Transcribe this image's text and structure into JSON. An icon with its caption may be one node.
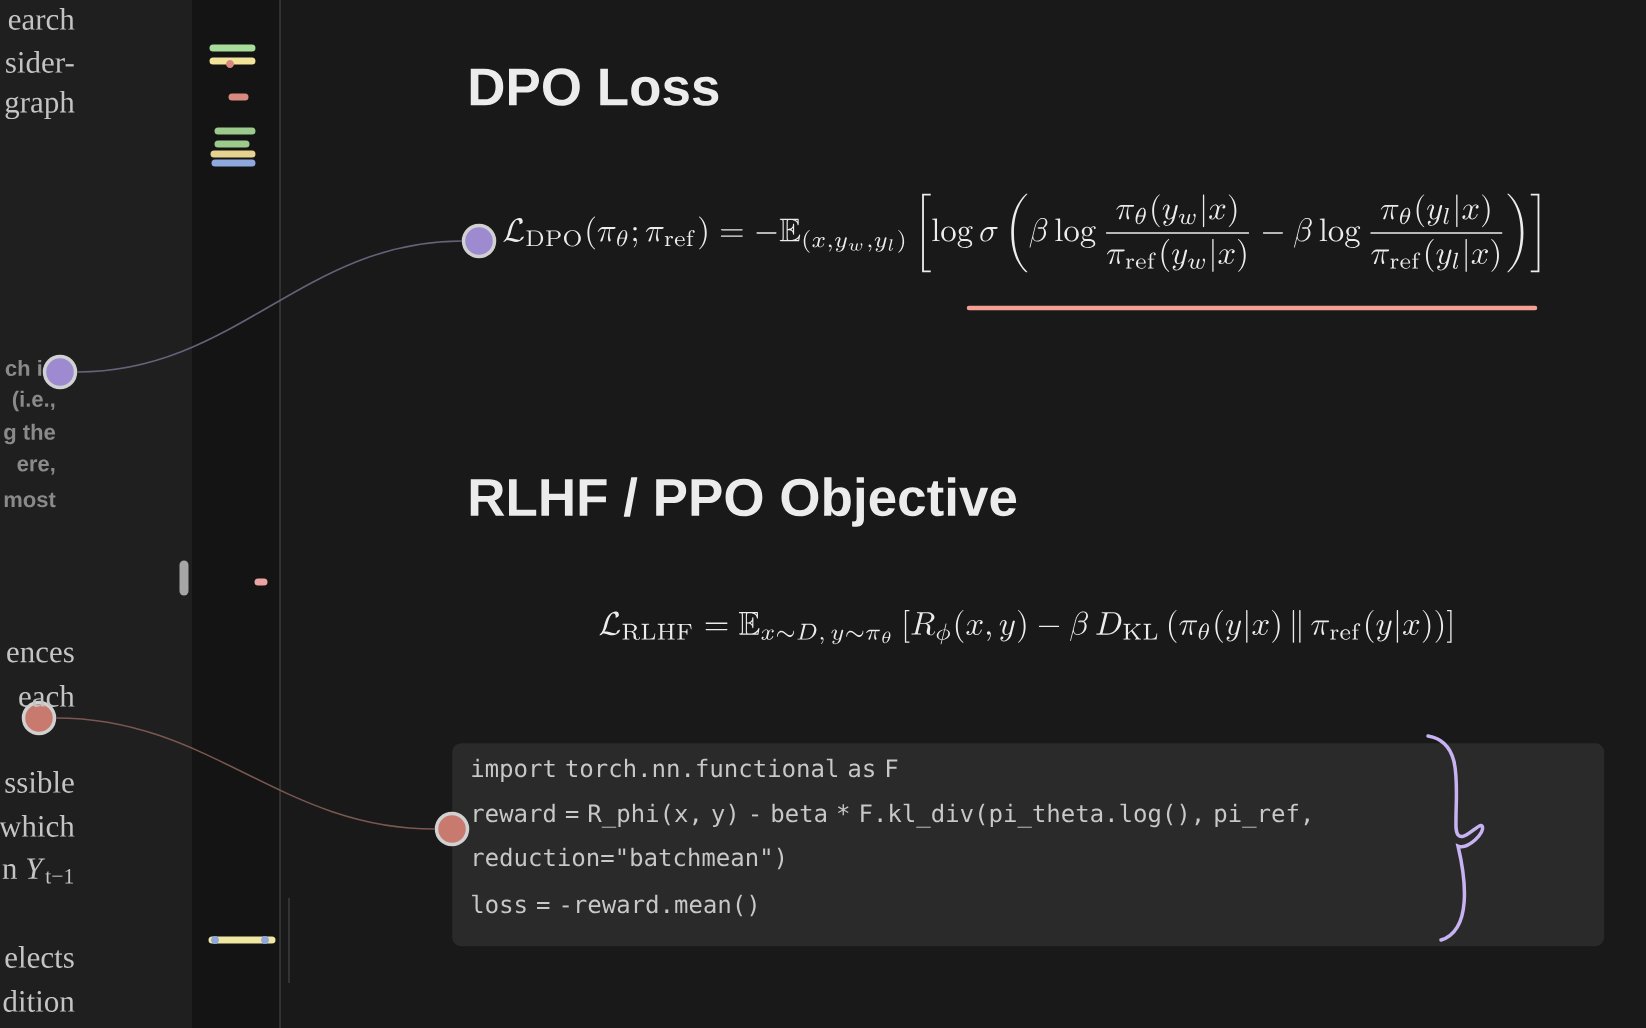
{
  "diagram": {
    "nodes": [
      {
        "text": [],
        "shape": "circle"
      },
      {
        "text": [],
        "shape": "circle"
      },
      {
        "text": [],
        "shape": "circle"
      },
      {
        "text": [
          "import torch.nn.functional as F",
          "reward = R_phi(x, y) - beta * F.kl_div(pi_theta.log(), pi_ref, reduction=\"batchmean\")",
          "loss = -reward.mean()"
        ]
      },
      {
        "text": [],
        "shape": "circle"
      }
    ],
    "edges": [
      {
        "from": 0,
        "to": 1,
        "arrow": "none",
        "color": "#676179"
      },
      {
        "from": 2,
        "to": 4,
        "arrow": "none",
        "color": "#7a5750"
      }
    ],
    "labels": [
      "earch",
      "sider-",
      "graph",
      "DPO Loss",
      "\\mathcal{L}_{\\mathrm{DPO}}(\\pi_\\theta;\\pi_{\\mathrm{ref}}) = -\\mathbb{E}_{(x,y_w,y_l)}\\left[\\log\\sigma\\left(\\beta\\log\\frac{\\pi_\\theta(y_w|x)}{\\pi_{\\mathrm{ref}}(y_w|x)} - \\beta\\log\\frac{\\pi_\\theta(y_l|x)}{\\pi_{\\mathrm{ref}}(y_l|x)}\\right)\\right]",
      "ch i",
      "(i.e.,",
      "g the",
      "ere,",
      "most",
      "RLHF / PPO Objective",
      "\\mathcal{L}_{\\mathrm{RLHF}} = \\mathbb{E}_{x\\sim D,\\,y\\sim\\pi_\\theta}\\left[R_\\phi(x,y) - \\beta\\,D_{\\mathrm{KL}}\\left(\\pi_\\theta(y|x)\\,\\|\\,\\pi_{\\mathrm{ref}}(y|x)\\right)\\right]",
      "ences",
      "each",
      "ssible",
      "which",
      "n *Y*$_{t−1}$",
      "elects",
      "dition"
    ]
  }
}
